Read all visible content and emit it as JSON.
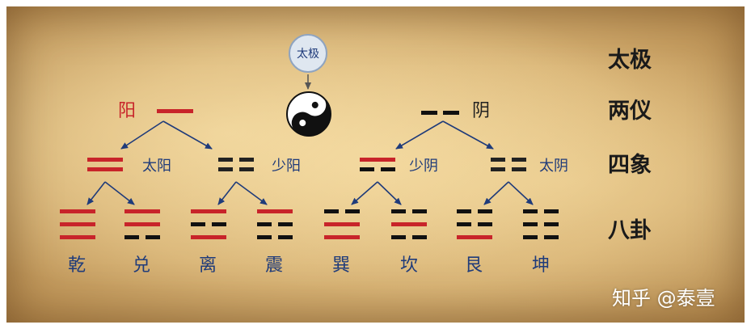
{
  "taiji_bubble": "太极",
  "liangyi": {
    "yang": "阳",
    "yin": "阴"
  },
  "sixiang": [
    {
      "name": "太阳",
      "color": "#c8242a"
    },
    {
      "name": "少阳",
      "color": "#222222"
    },
    {
      "name": "少阴",
      "color": "#c8242a"
    },
    {
      "name": "太阴",
      "color": "#222222"
    }
  ],
  "bagua": [
    {
      "name": "乾",
      "lines": [
        "yang",
        "yang",
        "yang"
      ]
    },
    {
      "name": "兑",
      "lines": [
        "yin",
        "yang",
        "yang"
      ]
    },
    {
      "name": "离",
      "lines": [
        "yang",
        "yin",
        "yang"
      ]
    },
    {
      "name": "震",
      "lines": [
        "yin",
        "yin",
        "yang"
      ]
    },
    {
      "name": "巽",
      "lines": [
        "yang",
        "yang",
        "yin"
      ]
    },
    {
      "name": "坎",
      "lines": [
        "yin",
        "yang",
        "yin"
      ]
    },
    {
      "name": "艮",
      "lines": [
        "yang",
        "yin",
        "yin"
      ]
    },
    {
      "name": "坤",
      "lines": [
        "yin",
        "yin",
        "yin"
      ]
    }
  ],
  "levels": [
    "太极",
    "两仪",
    "四象",
    "八卦"
  ],
  "watermark": "知乎 @泰壹",
  "colors": {
    "yang": "#c8242a",
    "yin": "#111111",
    "arrow": "#1f3b7a",
    "label": "#1f3b7a"
  }
}
